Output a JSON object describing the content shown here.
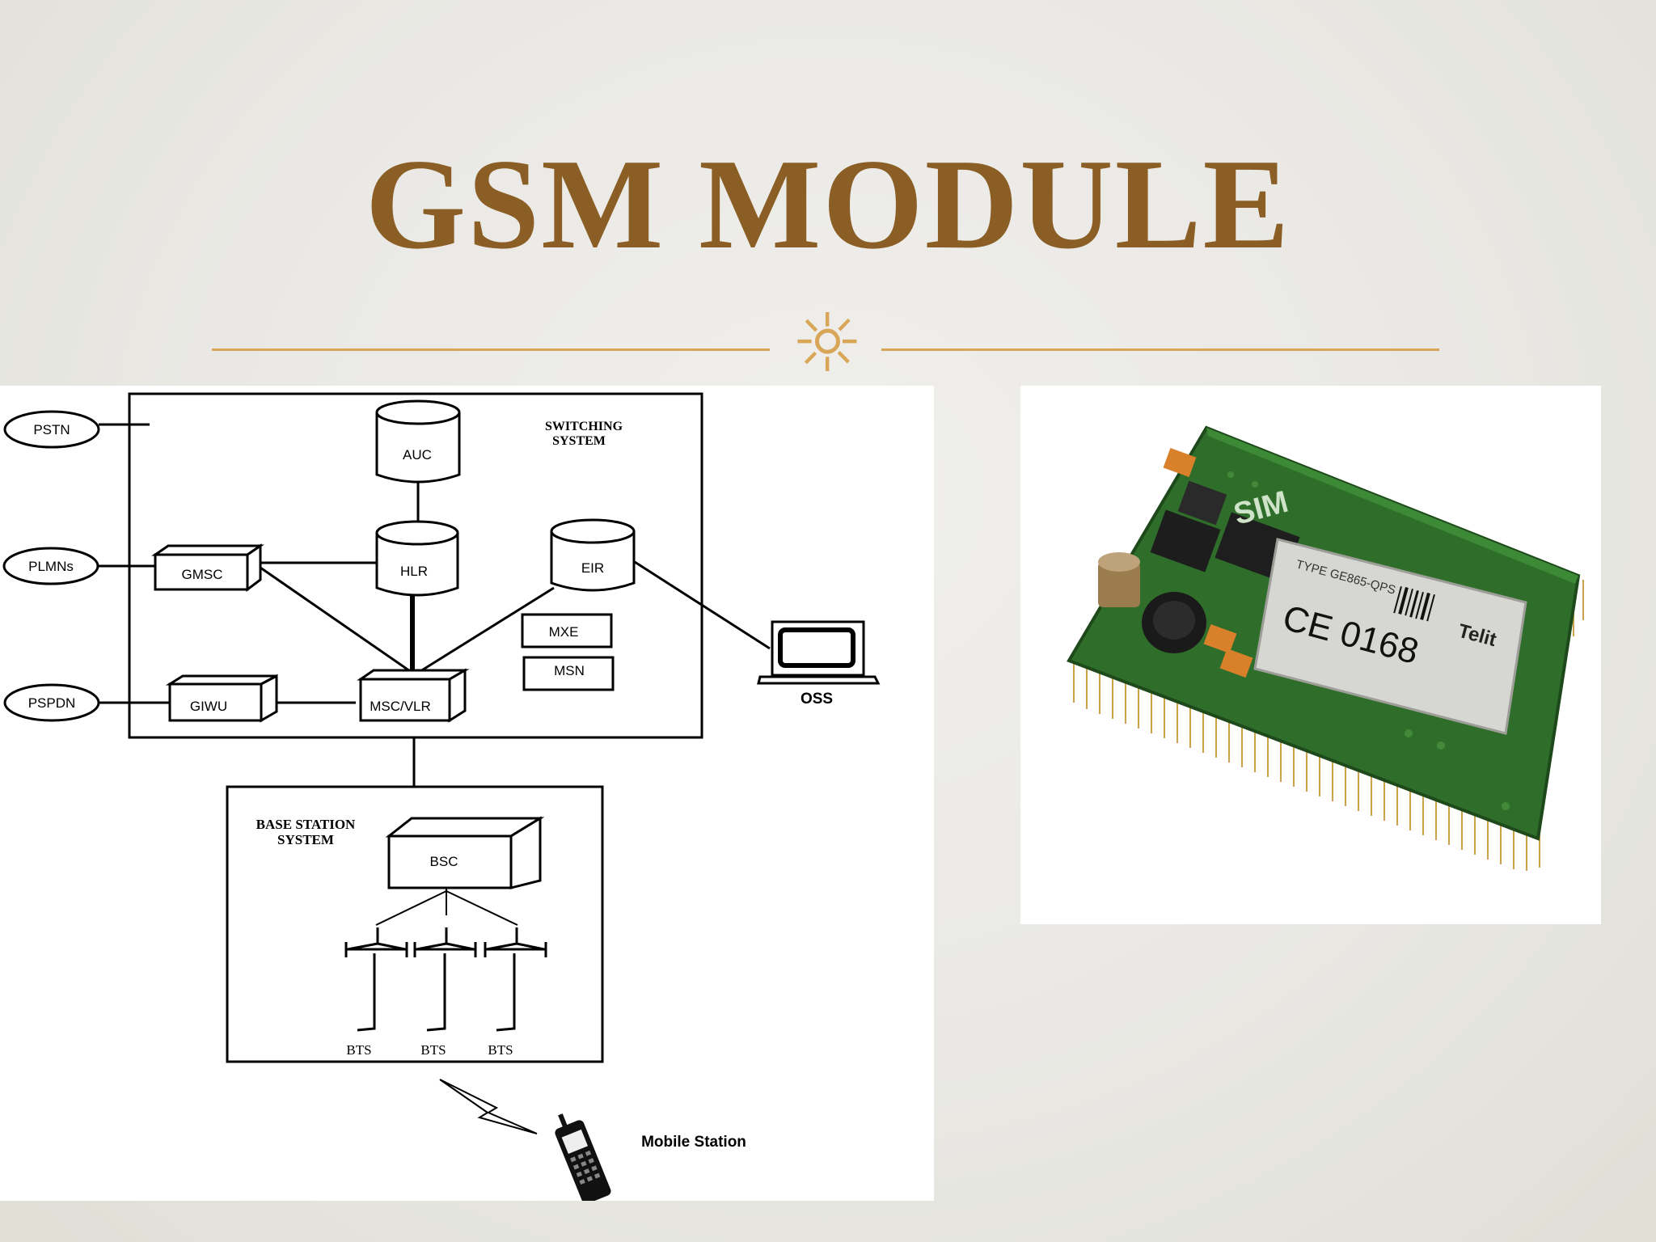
{
  "slide": {
    "title": "GSM MODULE"
  },
  "diagram": {
    "switching_label_line1": "SWITCHING",
    "switching_label_line2": "SYSTEM",
    "base_label_line1": "BASE STATION",
    "base_label_line2": "SYSTEM",
    "external": {
      "pstn": "PSTN",
      "plmns": "PLMNs",
      "pspdn": "PSPDN"
    },
    "nodes": {
      "auc": "AUC",
      "hlr": "HLR",
      "eir": "EIR",
      "gmsc": "GMSC",
      "mxe": "MXE",
      "msn": "MSN",
      "giwu": "GIWU",
      "msc_vlr": "MSC/VLR",
      "oss": "OSS",
      "bsc": "BSC"
    },
    "bts_labels": [
      "BTS",
      "BTS",
      "BTS"
    ],
    "mobile_station": "Mobile Station"
  },
  "photo": {
    "sim_label": "SIM",
    "chip_type": "TYPE GE865-QPS",
    "ce_mark": "CE 0168",
    "brand": "Telit"
  },
  "colors": {
    "title": "#8a5e24",
    "accent": "#d9a657",
    "pcb": "#2f6e2a"
  }
}
